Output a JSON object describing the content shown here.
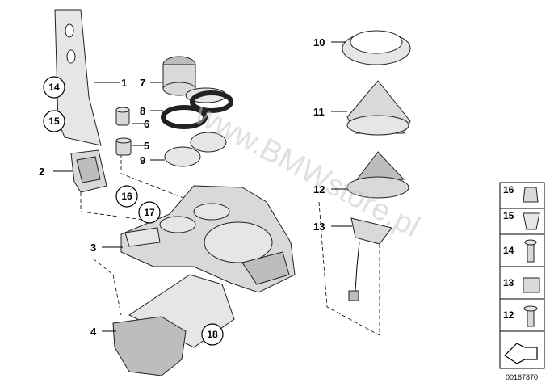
{
  "callouts": [
    {
      "label": "1"
    },
    {
      "label": "2"
    },
    {
      "label": "3"
    },
    {
      "label": "4"
    },
    {
      "label": "5"
    },
    {
      "label": "6"
    },
    {
      "label": "7"
    },
    {
      "label": "8"
    },
    {
      "label": "9"
    },
    {
      "label": "10"
    },
    {
      "label": "11"
    },
    {
      "label": "12"
    },
    {
      "label": "13"
    }
  ],
  "circled_callouts": [
    {
      "label": "14"
    },
    {
      "label": "15"
    },
    {
      "label": "16"
    },
    {
      "label": "17"
    },
    {
      "label": "18"
    }
  ],
  "legend": {
    "items": [
      {
        "label": "16"
      },
      {
        "label": "15"
      },
      {
        "label": "14"
      },
      {
        "label": "13"
      },
      {
        "label": "12"
      }
    ]
  },
  "watermark": "www.BMWstore.pl",
  "diagram_id": "00167870"
}
